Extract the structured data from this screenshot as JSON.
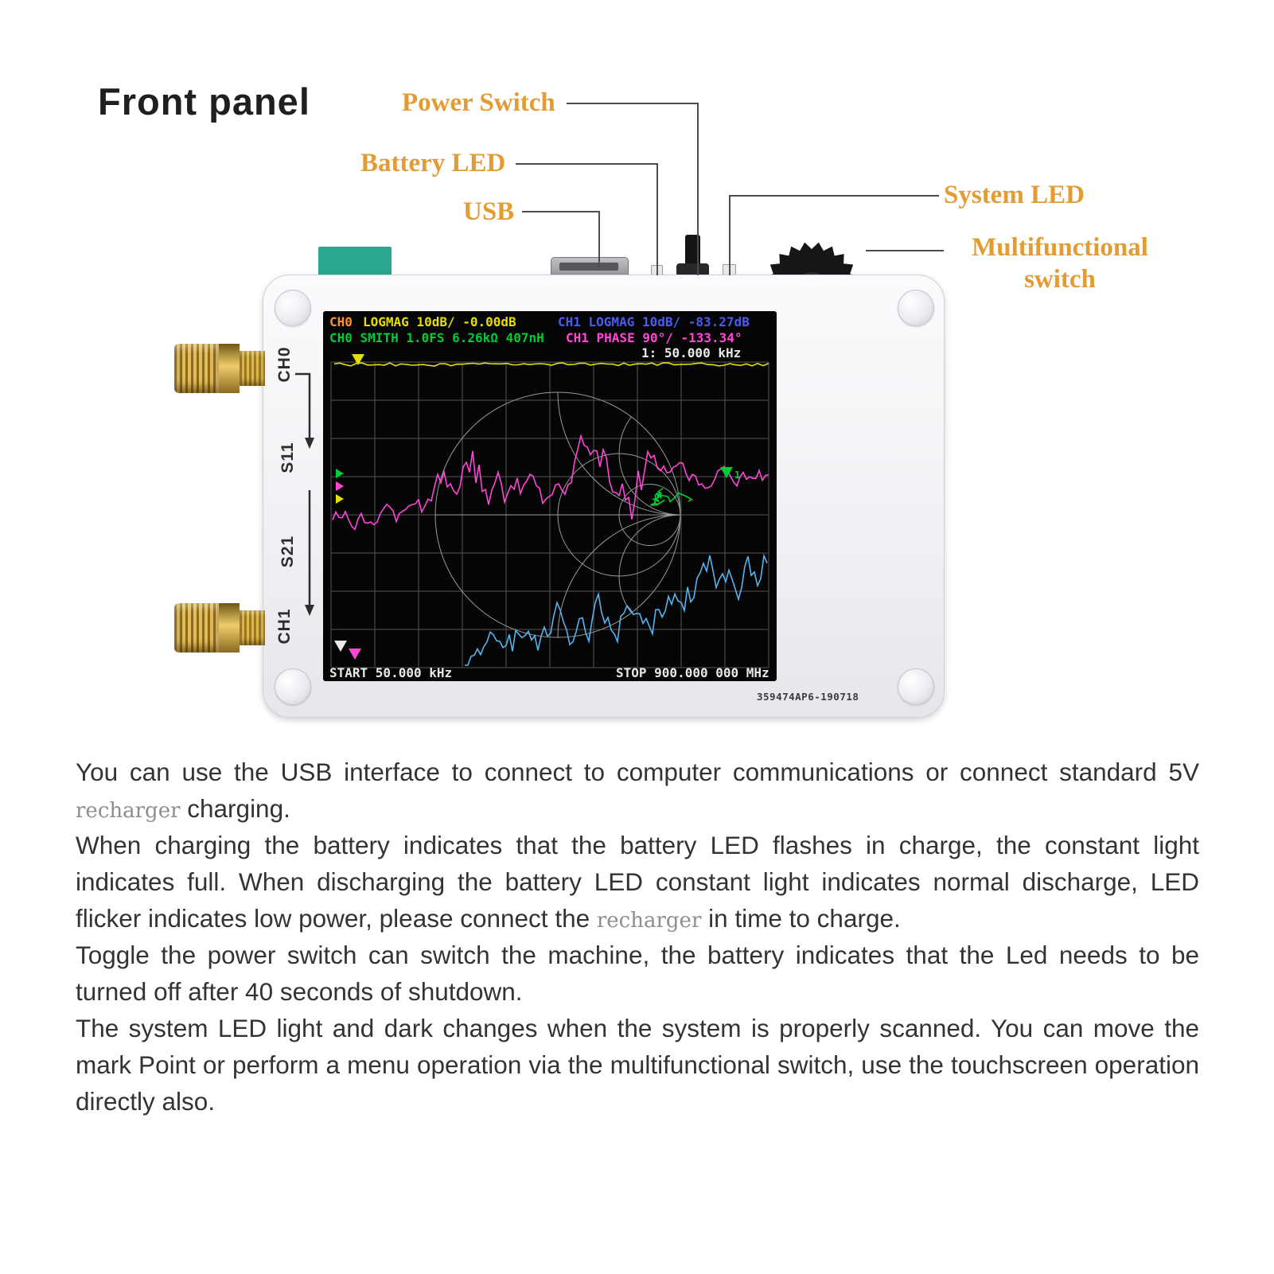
{
  "title": "Front panel",
  "callouts": [
    {
      "id": "power-switch",
      "label": "Power Switch"
    },
    {
      "id": "battery-led",
      "label": "Battery LED"
    },
    {
      "id": "usb",
      "label": "USB"
    },
    {
      "id": "system-led",
      "label": "System LED"
    },
    {
      "id": "multifunctional-switch",
      "label": "Multifunctional switch"
    }
  ],
  "device": {
    "serial": "359474AP6-190718",
    "port_labels": {
      "ch0": "CH0",
      "s11": "S11",
      "s21": "S21",
      "ch1": "CH1"
    },
    "screen": {
      "row1_ch": "CH0",
      "row1_left": "LOGMAG 10dB/ -0.00dB",
      "row1_right": "CH1 LOGMAG 10dB/ -83.27dB",
      "row2_left": "CH0 SMITH 1.0FS 6.26kΩ 407nH",
      "row2_right": "CH1 PHASE 90°/ -133.34°",
      "marker_readout": "1: 50.000 kHz",
      "marker_number": "1",
      "start_label": "START 50.000 kHz",
      "stop_label": "STOP 900.000 000 MHz",
      "colors": {
        "ch0_highlight": "#ff9030",
        "yellow": "#e6de00",
        "blue": "#4b5bf0",
        "green": "#00cc33",
        "magenta": "#ff46d8",
        "cyan": "#55b4f0",
        "white": "#e8e8e8",
        "grid": "#555555",
        "smith": "#9a9a9a"
      }
    }
  },
  "paragraphs": [
    {
      "segments": [
        {
          "t": "You can use the USB interface to connect to computer communications or connect standard 5V ",
          "s": "normal"
        },
        {
          "t": "recharger",
          "s": "alt"
        },
        {
          "t": " charging.",
          "s": "normal"
        }
      ]
    },
    {
      "segments": [
        {
          "t": "When charging the battery indicates that the battery LED flashes in charge, the constant light indicates full. When discharging the battery LED constant light indicates normal discharge, LED flicker indicates low power, please connect the ",
          "s": "normal"
        },
        {
          "t": "recharger",
          "s": "alt"
        },
        {
          "t": " in time to charge.",
          "s": "normal"
        }
      ]
    },
    {
      "segments": [
        {
          "t": "Toggle the power switch can switch the machine, the battery indicates that the Led needs to be turned off after 40 seconds of shutdown.",
          "s": "normal"
        }
      ]
    },
    {
      "segments": [
        {
          "t": "The system LED light and dark changes when the system is properly scanned. You can move the mark Point or perform a menu operation via the multifunctional switch, use the touchscreen operation directly also.",
          "s": "normal"
        }
      ]
    }
  ]
}
